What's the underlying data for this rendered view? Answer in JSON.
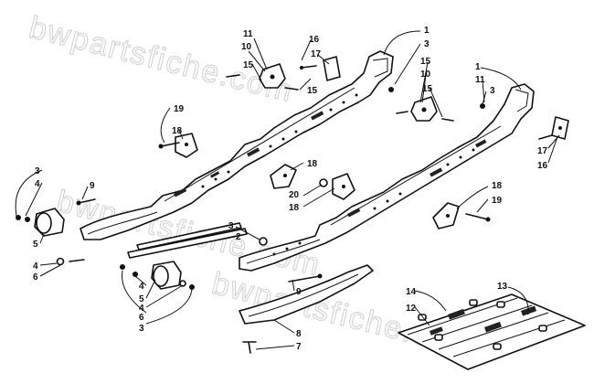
{
  "watermark": {
    "text": "bwpartsfiche.com"
  },
  "callouts": [
    {
      "id": "c1a",
      "label": "1"
    },
    {
      "id": "c1b",
      "label": "1"
    },
    {
      "id": "c2",
      "label": "2"
    },
    {
      "id": "c3a",
      "label": "3"
    },
    {
      "id": "c3b",
      "label": "3"
    },
    {
      "id": "c3c",
      "label": "3"
    },
    {
      "id": "c3d",
      "label": "3"
    },
    {
      "id": "c3e",
      "label": "3"
    },
    {
      "id": "c4a",
      "label": "4"
    },
    {
      "id": "c4b",
      "label": "4"
    },
    {
      "id": "c4c",
      "label": "4"
    },
    {
      "id": "c4d",
      "label": "4"
    },
    {
      "id": "c5a",
      "label": "5"
    },
    {
      "id": "c5b",
      "label": "5"
    },
    {
      "id": "c6a",
      "label": "6"
    },
    {
      "id": "c6b",
      "label": "6"
    },
    {
      "id": "c7",
      "label": "7"
    },
    {
      "id": "c8",
      "label": "8"
    },
    {
      "id": "c9a",
      "label": "9"
    },
    {
      "id": "c9b",
      "label": "9"
    },
    {
      "id": "c10a",
      "label": "10"
    },
    {
      "id": "c10b",
      "label": "10"
    },
    {
      "id": "c11a",
      "label": "11"
    },
    {
      "id": "c11b",
      "label": "11"
    },
    {
      "id": "c12",
      "label": "12"
    },
    {
      "id": "c13",
      "label": "13"
    },
    {
      "id": "c14",
      "label": "14"
    },
    {
      "id": "c15a",
      "label": "15"
    },
    {
      "id": "c15b",
      "label": "15"
    },
    {
      "id": "c15c",
      "label": "15"
    },
    {
      "id": "c15d",
      "label": "15"
    },
    {
      "id": "c16a",
      "label": "16"
    },
    {
      "id": "c16b",
      "label": "16"
    },
    {
      "id": "c17a",
      "label": "17"
    },
    {
      "id": "c17b",
      "label": "17"
    },
    {
      "id": "c18a",
      "label": "18"
    },
    {
      "id": "c18b",
      "label": "18"
    },
    {
      "id": "c18c",
      "label": "18"
    },
    {
      "id": "c18d",
      "label": "18"
    },
    {
      "id": "c19a",
      "label": "19"
    },
    {
      "id": "c19b",
      "label": "19"
    },
    {
      "id": "c20",
      "label": "20"
    }
  ]
}
